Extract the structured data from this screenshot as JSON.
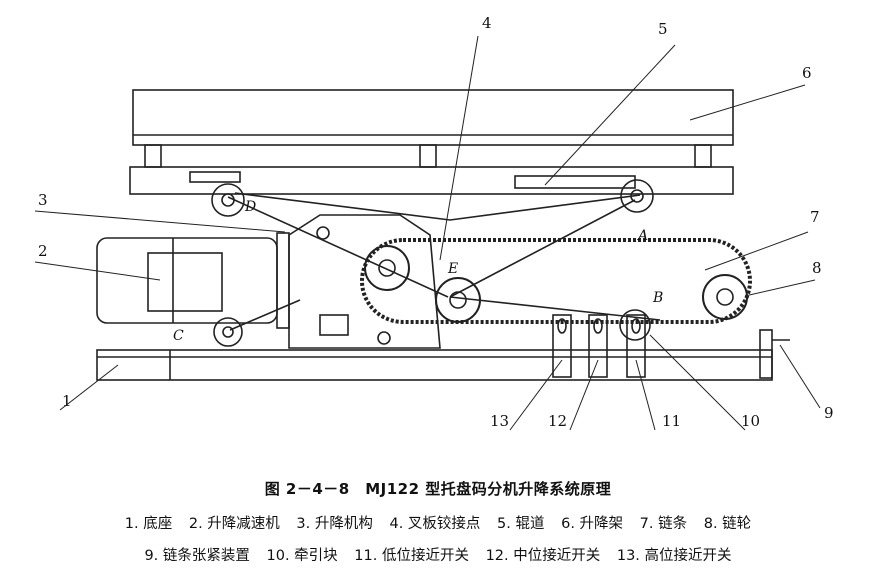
{
  "figure": {
    "caption": "图 2－4－8　MJ122 型托盘码分机升降系统原理",
    "callout_numbers": [
      "1",
      "2",
      "3",
      "4",
      "5",
      "6",
      "7",
      "8",
      "9",
      "10",
      "11",
      "12",
      "13"
    ],
    "point_letters": [
      "A",
      "B",
      "C",
      "D",
      "E"
    ]
  },
  "legend": {
    "line1": [
      "1. 底座",
      "2. 升降减速机",
      "3. 升降机构",
      "4. 叉板铰接点",
      "5. 辊道",
      "6. 升降架",
      "7. 链条",
      "8. 链轮"
    ],
    "line2": [
      "9. 链条张紧装置",
      "10. 牵引块",
      "11. 低位接近开关",
      "12. 中位接近开关",
      "13. 高位接近开关"
    ]
  }
}
